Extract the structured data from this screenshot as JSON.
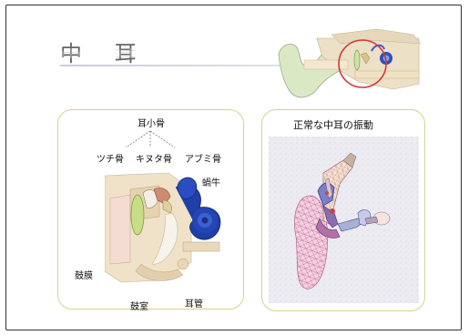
{
  "slide": {
    "title": "中 耳"
  },
  "left_panel": {
    "heading": "耳小骨",
    "labels": {
      "malleus": "ツチ骨",
      "incus": "キヌタ骨",
      "stapes": "アブミ骨",
      "cochlea": "蝸牛",
      "eardrum": "鼓膜",
      "tympanic_cavity": "鼓室",
      "ear_canal": "耳管"
    }
  },
  "right_panel": {
    "title": "正常な中耳の振動"
  },
  "colors": {
    "slide_border": "#333333",
    "panel_border": "#d9d18a",
    "title_text": "#666666",
    "cochlea_blue": "#1f3fa8",
    "highlight_circle": "#d9343a",
    "bone_tan": "#e8d4b0",
    "mesh_pink": "#e9a0c8"
  }
}
